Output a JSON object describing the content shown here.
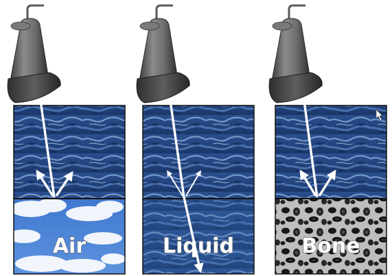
{
  "panels": [
    {
      "label": "Air",
      "medium": "air"
    },
    {
      "label": "Liquid",
      "medium": "liquid"
    },
    {
      "label": "Bone",
      "medium": "bone"
    }
  ],
  "colors": {
    "background": "#ffffff",
    "probe_body": "#6a6a6a",
    "water_dark": "#1e3f7a",
    "water_light": "#6d93cc",
    "sky": "#4d86d8",
    "cloud": "#ffffff",
    "bone_dark": "#1a1a1a",
    "bone_light": "#d9d9d9",
    "beam": "#ffffff"
  }
}
